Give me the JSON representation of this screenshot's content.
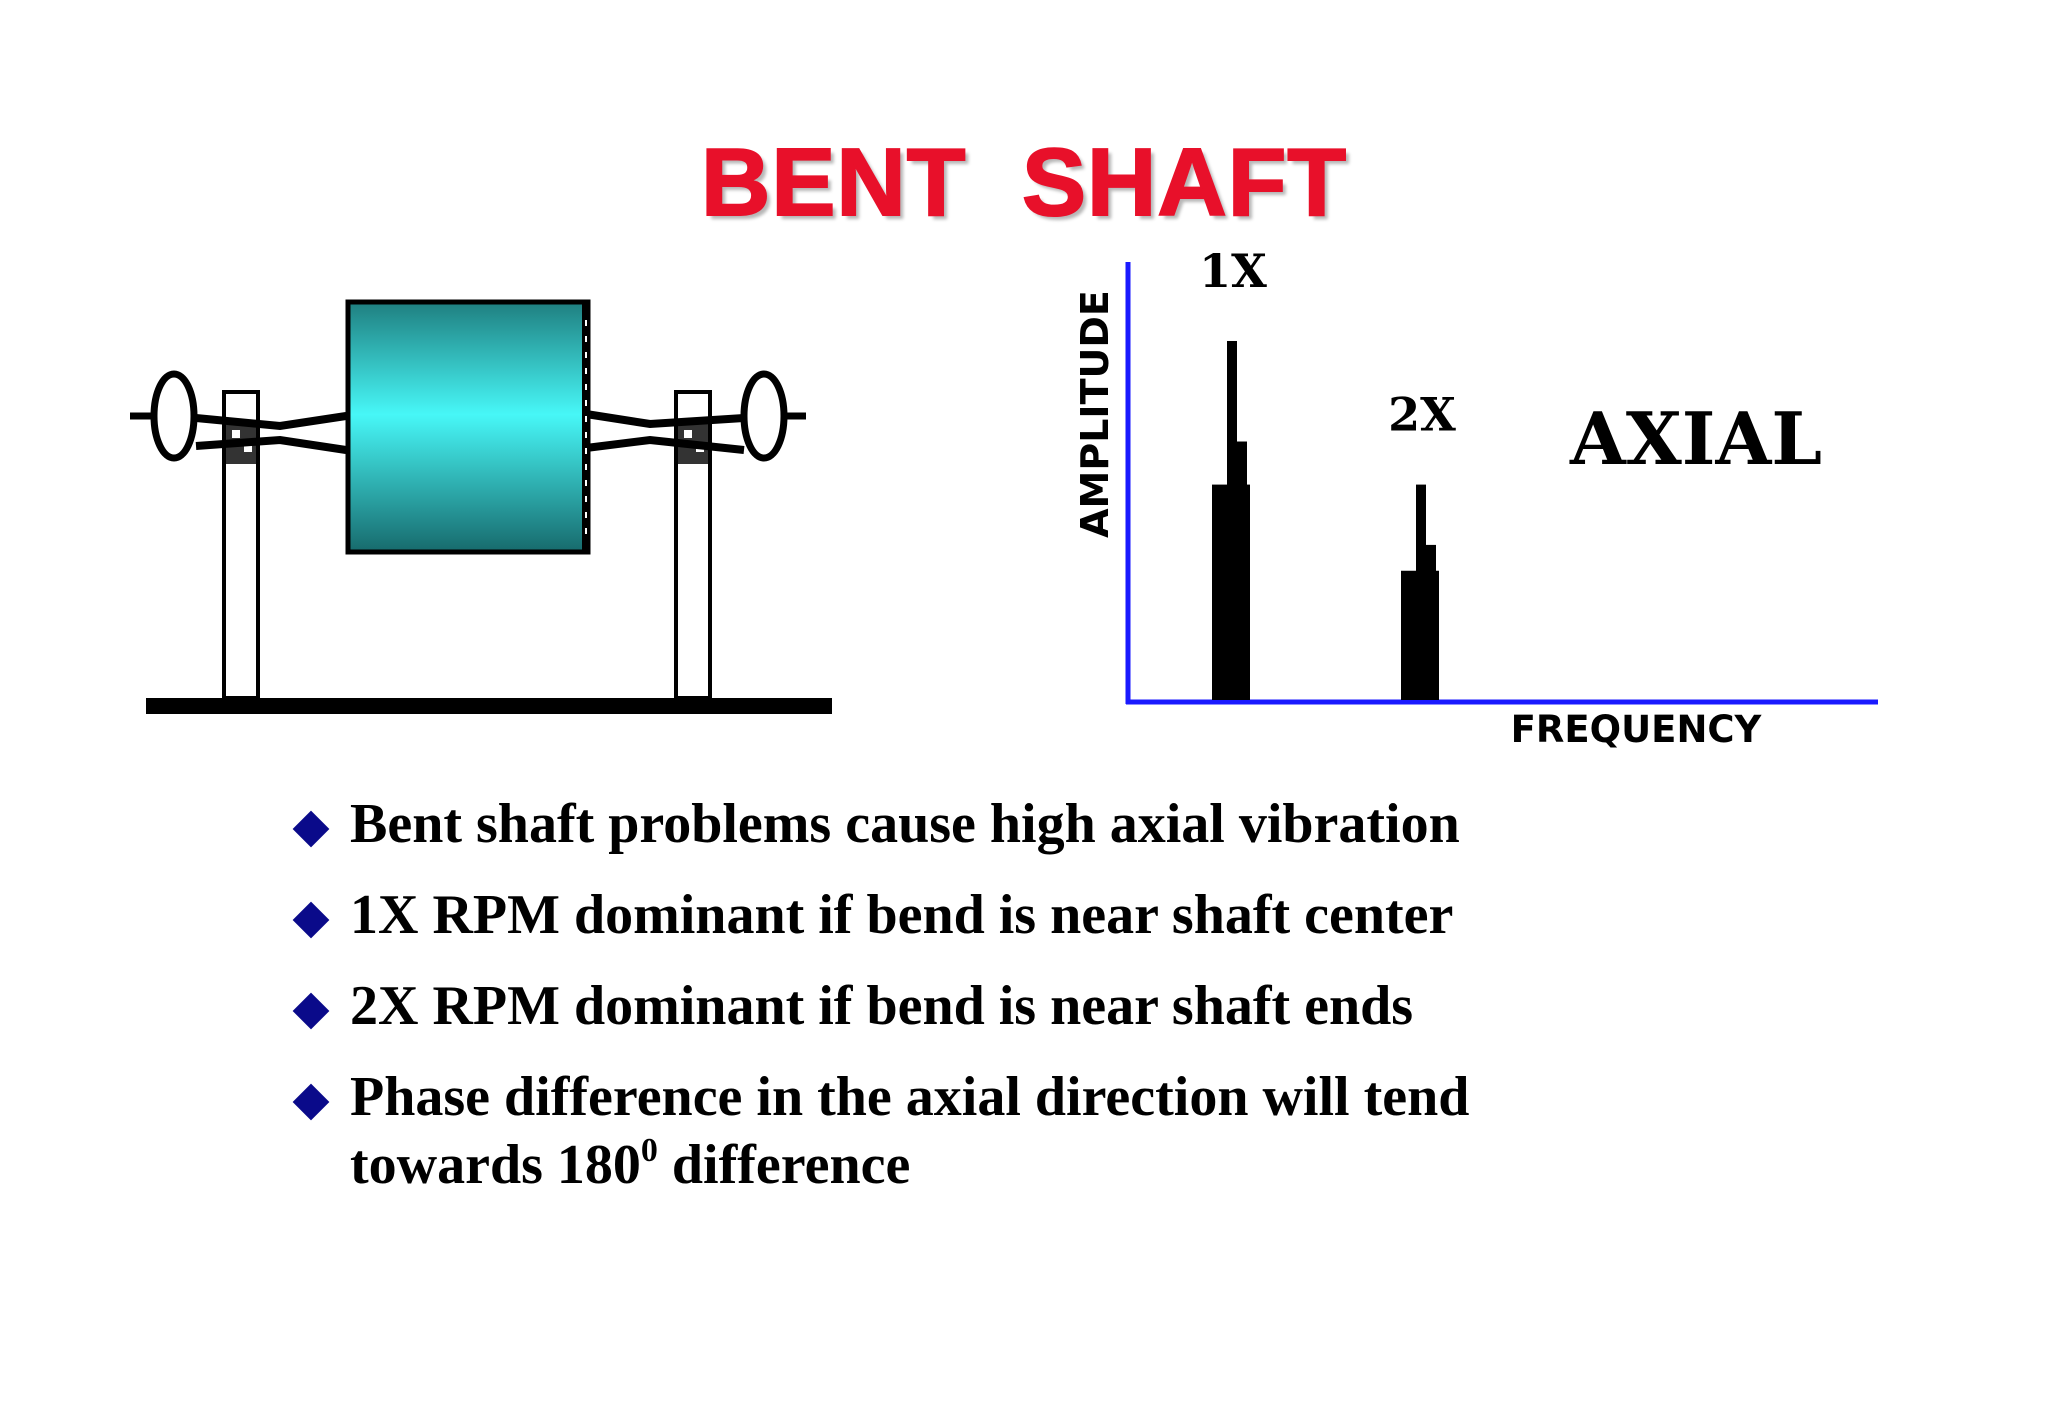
{
  "title": "BENT  SHAFT",
  "chart_data": {
    "type": "bar",
    "categories": [
      "1X",
      "2X"
    ],
    "values": [
      1.0,
      0.6
    ],
    "xlabel": "FREQUENCY",
    "ylabel": "AMPLITUDE",
    "annotation": "AXIAL",
    "ylim": [
      0,
      1.22
    ]
  },
  "colors": {
    "title": "#e8102a",
    "axes": "#1a1aff",
    "bullet": "#0a0a8a",
    "motor": "#3ff4f4"
  },
  "bullets": [
    {
      "text": "Bent shaft problems cause high axial vibration"
    },
    {
      "text": "1X RPM dominant if bend is near shaft center"
    },
    {
      "text": "2X RPM dominant if bend is near shaft ends"
    },
    {
      "text": "Phase difference in the axial direction will tend",
      "line2_before": "towards 180",
      "sup": "0",
      "line2_after": " difference"
    }
  ]
}
